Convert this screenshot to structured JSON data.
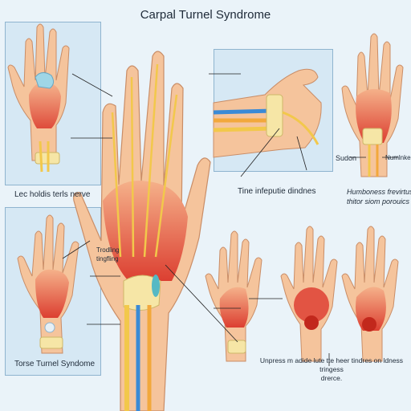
{
  "title": "Carpal Turnel Syndrome",
  "labels": {
    "top_left_caption": "Lec holdis terls nerve",
    "bottom_left_caption": "Torse Turnel Syndome",
    "center_callout": "Trodling\ntingfling",
    "top_mid_caption": "Tine infeputie dindnes",
    "right_sudon": "Sudon",
    "right_numbness": "Numlnkess",
    "right_caption": "Humboness frevirtus\nthitor siom porouics",
    "bottom_right_caption": "Unpress m adide lute tte heer tindres on ldness tringess\ndrerce."
  },
  "colors": {
    "background": "#eaf3f9",
    "panel": "#d6e8f4",
    "skin": "#f5c49c",
    "muscle": "#e0483a",
    "tendon": "#f2c84b",
    "nerve_blue": "#3a8ad6",
    "bandage": "#f6e6a6"
  }
}
